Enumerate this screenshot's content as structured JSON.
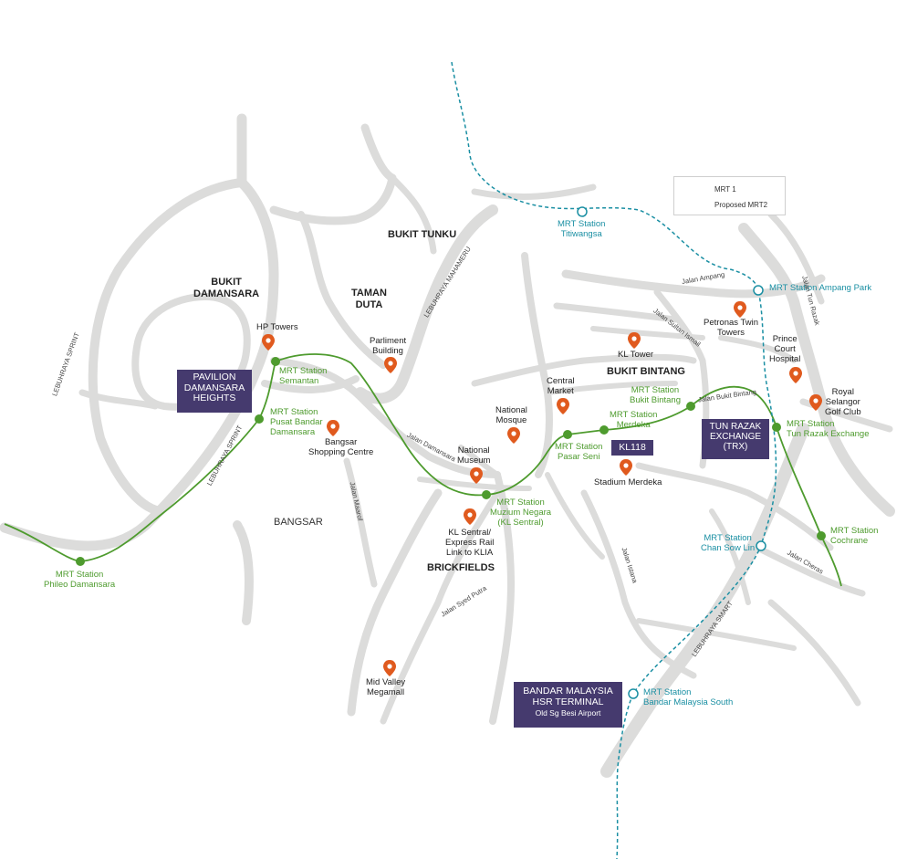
{
  "areas": {
    "bukit_tunku": "BUKIT TUNKU",
    "bukit_damansara": "BUKIT\nDAMANSARA",
    "taman_duta": "TAMAN\nDUTA",
    "bukit_bintang": "BUKIT BINTANG",
    "bangsar": "BANGSAR",
    "brickfields": "BRICKFIELDS"
  },
  "landmarks": {
    "hp_towers": "HP Towers",
    "parliment_building": "Parliment\nBuilding",
    "bangsar_shopping_centre": "Bangsar\nShopping Centre",
    "national_mosque": "National\nMosque",
    "central_market": "Central\nMarket",
    "national_museum": "National\nMuseum",
    "kl_sentral": "KL Sentral/\nExpress Rail\nLink to KLIA",
    "kl_tower": "KL Tower",
    "petronas_twin_towers": "Petronas Twin\nTowers",
    "prince_court_hospital": "Prince\nCourt\nHospital",
    "royal_selangor_golf_club": "Royal\nSelangor\nGolf Club",
    "stadium_merdeka": "Stadium Merdeka",
    "mid_valley_megamall": "Mid Valley\nMegamall"
  },
  "mrt1_stations": {
    "phileo_damansara": "MRT Station\nPhileo Damansara",
    "pusat_bandar_damansara": "MRT Station\nPusat Bandar\nDamansara",
    "semantan": "MRT Station\nSemantan",
    "muzium_negara": "MRT Station\nMuzium Negara\n(KL Sentral)",
    "pasar_seni": "MRT Station\nPasar Seni",
    "merdeka": "MRT Station\nMerdeka",
    "bukit_bintang": "MRT Station\nBukit Bintang",
    "tun_razak_exchange": "MRT Station\nTun Razak Exchange",
    "cochrane": "MRT Station\nCochrane"
  },
  "mrt2_stations": {
    "titiwangsa": "MRT Station\nTitiwangsa",
    "ampang_park": "MRT Station Ampang Park",
    "chan_sow_lin": "MRT Station\nChan Sow Lin",
    "bandar_malaysia_south": "MRT Station\nBandar Malaysia South"
  },
  "roads": {
    "lebuhraya_sprint_west": "LEBUHRAYA SPRINT",
    "lebuhraya_sprint": "LEBUHRAYA SPRINT",
    "lebuhraya_mahameru": "LEBUHRAYA MAHAMERU",
    "jalan_damansara": "Jalan Damansara",
    "jalan_maarof": "Jalan Maarof",
    "jalan_syed_putra": "Jalan Syed Putra",
    "jalan_istana": "Jalan Istana",
    "jalan_sultan_ismail": "Jalan Sultan Ismail",
    "jalan_ampang": "Jalan Ampang",
    "jalan_tun_razak": "Jalan Tun Razak",
    "jalan_bukit_bintang": "Jalan Bukit Bintang",
    "jalan_cheras": "Jalan Cheras",
    "lebuhraya_smart": "LEBUHRAYA SMART"
  },
  "highlights": {
    "pavilion": "PAVILION\nDAMANSARA\nHEIGHTS",
    "kl118": "KL118",
    "trx": "TUN RAZAK\nEXCHANGE\n(TRX)",
    "bandar_malaysia_title": "BANDAR MALAYSIA\nHSR TERMINAL",
    "bandar_malaysia_sub": "Old Sg Besi Airport"
  },
  "legend": {
    "mrt1": "MRT 1",
    "mrt2": "Proposed MRT2"
  },
  "colors": {
    "road": "#dcdcdb",
    "mrt1": "#4e9b2e",
    "mrt2": "#1a8fa3",
    "marker": "#e05a1e",
    "highlight": "#453a6e"
  }
}
